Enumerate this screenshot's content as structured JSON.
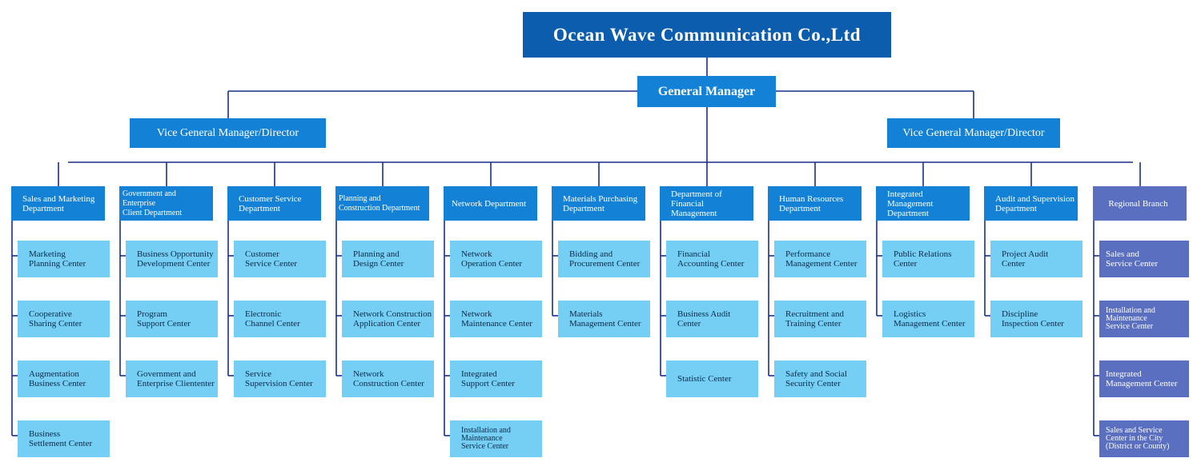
{
  "company": "Ocean Wave Communication Co.,Ltd",
  "general_manager": "General Manager",
  "vice_left": "Vice General Manager/Director",
  "vice_right": "Vice General Manager/Director",
  "departments": [
    {
      "name": "Sales and Marketing\nDepartment",
      "units": [
        "Marketing\nPlanning Center",
        "Cooperative\nSharing Center",
        "Augmentation\nBusiness Center",
        "Business\nSettlement Center"
      ]
    },
    {
      "name": "Government and Enterprise\nClient Department",
      "units": [
        "Business Opportunity\nDevelopment Center",
        "Program\nSupport Center",
        "Government and\nEnterprise Cliententer"
      ]
    },
    {
      "name": "Customer Service\nDepartment",
      "units": [
        "Customer\nService Center",
        "Electronic\nChannel Center",
        "Service\nSupervision Center"
      ]
    },
    {
      "name": "Planning and\nConstruction Department",
      "units": [
        "Planning and\nDesign Center",
        "Network Construction\nApplication Center",
        "Network\nConstruction Center"
      ]
    },
    {
      "name": "Network Department",
      "units": [
        "Network\nOperation Center",
        "Network\nMaintenance Center",
        "Integrated\nSupport Center",
        "Installation and\nMaintenance\nService Center"
      ]
    },
    {
      "name": "Materials Purchasing\nDepartment",
      "units": [
        "Bidding and\nProcurement Center",
        "Materials\nManagement Center"
      ]
    },
    {
      "name": "Department of\nFinancial Management",
      "units": [
        "Financial\nAccounting Center",
        "Business Audit\nCenter",
        "Statistic Center"
      ]
    },
    {
      "name": "Human Resources\nDepartment",
      "units": [
        "Performance\nManagement Center",
        "Recruitment and\nTraining Center",
        "Safety and Social\nSecurity Center"
      ]
    },
    {
      "name": "Integrated Management\nDepartment",
      "units": [
        "Public Relations\nCenter",
        "Logistics\nManagement Center"
      ]
    },
    {
      "name": "Audit and Supervision\nDepartment",
      "units": [
        "Project Audit\nCenter",
        "Discipline\nInspection Center"
      ]
    },
    {
      "name": "Regional Branch",
      "units": [
        "Sales and\nService Center",
        "Installation and\nMaintenance\nService Center",
        "Integrated\nManagement Center",
        "Sales and Service\nCenter in the City\n(District or County)"
      ]
    }
  ],
  "colors": {
    "title": "#0d5dae",
    "header": "#1382d6",
    "unit": "#75cff4",
    "regional": "#5a6fbf",
    "line": "#1a2f8a"
  }
}
